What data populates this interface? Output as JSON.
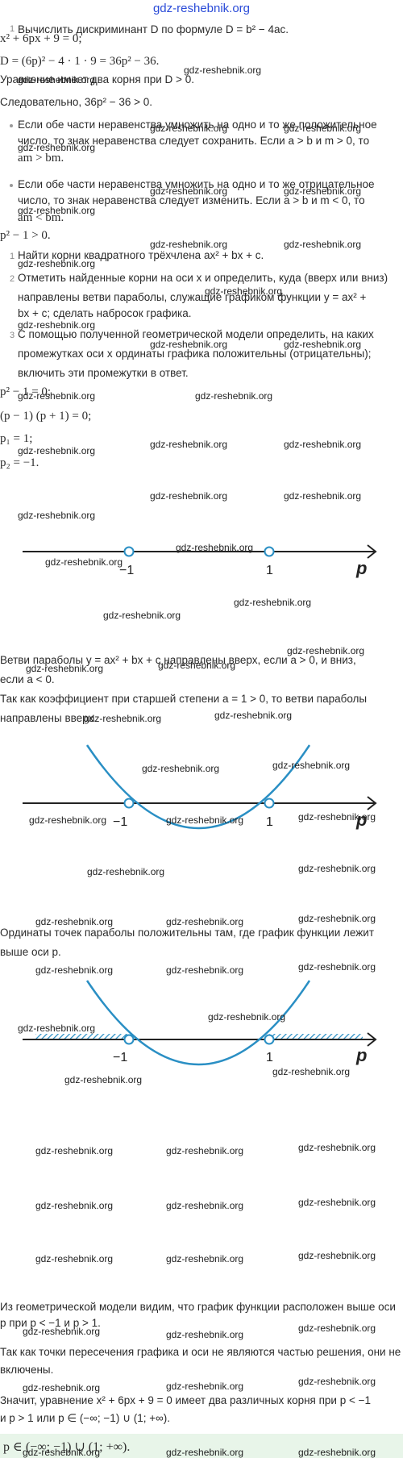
{
  "site_title": "gdz-reshebnik.org",
  "watermark": "gdz-reshebnik.org",
  "lines": {
    "l1": "Вычислить дискриминант D по формуле D = b² − 4ac.",
    "l2": "x² + 6px + 9 = 0;",
    "l3": "D = (6p)² − 4 · 1 · 9 = 36p² − 36.",
    "l4": "Уравнение имеет два корня при D > 0.",
    "l5": "Следовательно, 36p² − 36 > 0.",
    "b1a": "Если обе части неравенства умножить на одно и то же положительное",
    "b1b": "число, то знак неравенства следует сохранить. Если a > b и m > 0, то",
    "b1c": "am > bm.",
    "b2a": "Если обе части неравенства умножить на одно и то же отрицательное",
    "b2b": "число, то знак неравенства следует изменить. Если a > b и m < 0, то",
    "b2c": "am < bm.",
    "l6": "p² − 1 > 0.",
    "s1": "Найти корни квадратного трёхчлена ax² + bx + c.",
    "s2a": "Отметить найденные корни на оси x и определить, куда (вверх или вниз)",
    "s2b": "направлены ветви параболы, служащие графиком функции y = ax² +",
    "s2c": "bx + c; сделать набросок графика.",
    "s3a": "С помощью полученной геометрической модели определить, на каких",
    "s3b": "промежутках оси x ординаты графика положительны (отрицательны);",
    "s3c": "включить эти промежутки в ответ.",
    "e1": "p² − 1 = 0;",
    "e2": "(p − 1) (p + 1) = 0;",
    "e3": "p₁ = 1;",
    "e4": "p₂ = −1.",
    "t1a": "Ветви параболы y = ax² + bx + c направлены вверх, если a > 0, и вниз,",
    "t1b": "если a < 0.",
    "t2a": "Так как коэффициент при старшей степени a = 1 > 0, то ветви параболы",
    "t2b": "направлены вверх.",
    "t3a": "Ординаты точек параболы положительны там, где график функции лежит",
    "t3b": "выше оси p.",
    "t4a": "Из геометрической модели видим, что график функции расположен выше оси",
    "t4b": "p при p < −1 и p > 1.",
    "t5a": "Так как точки пересечения графика и оси не являются частью решения, они не",
    "t5b": "включены.",
    "t6a": "Значит, уравнение x² + 6px + 9 = 0 имеет два различных корня при p < −1",
    "t6b": "и p > 1 или p ∈ (−∞; −1) ∪ (1; +∞).",
    "answer": "p ∈ (−∞; −1) ∪ (1; +∞)."
  },
  "step_numbers": [
    "1",
    "2",
    "3"
  ],
  "axis": {
    "label": "p",
    "root_left": "−1",
    "root_right": "1"
  },
  "colors": {
    "accent": "#2a8fc4",
    "answer_bg": "#e8f5e9",
    "site": "#2a4bd8"
  }
}
